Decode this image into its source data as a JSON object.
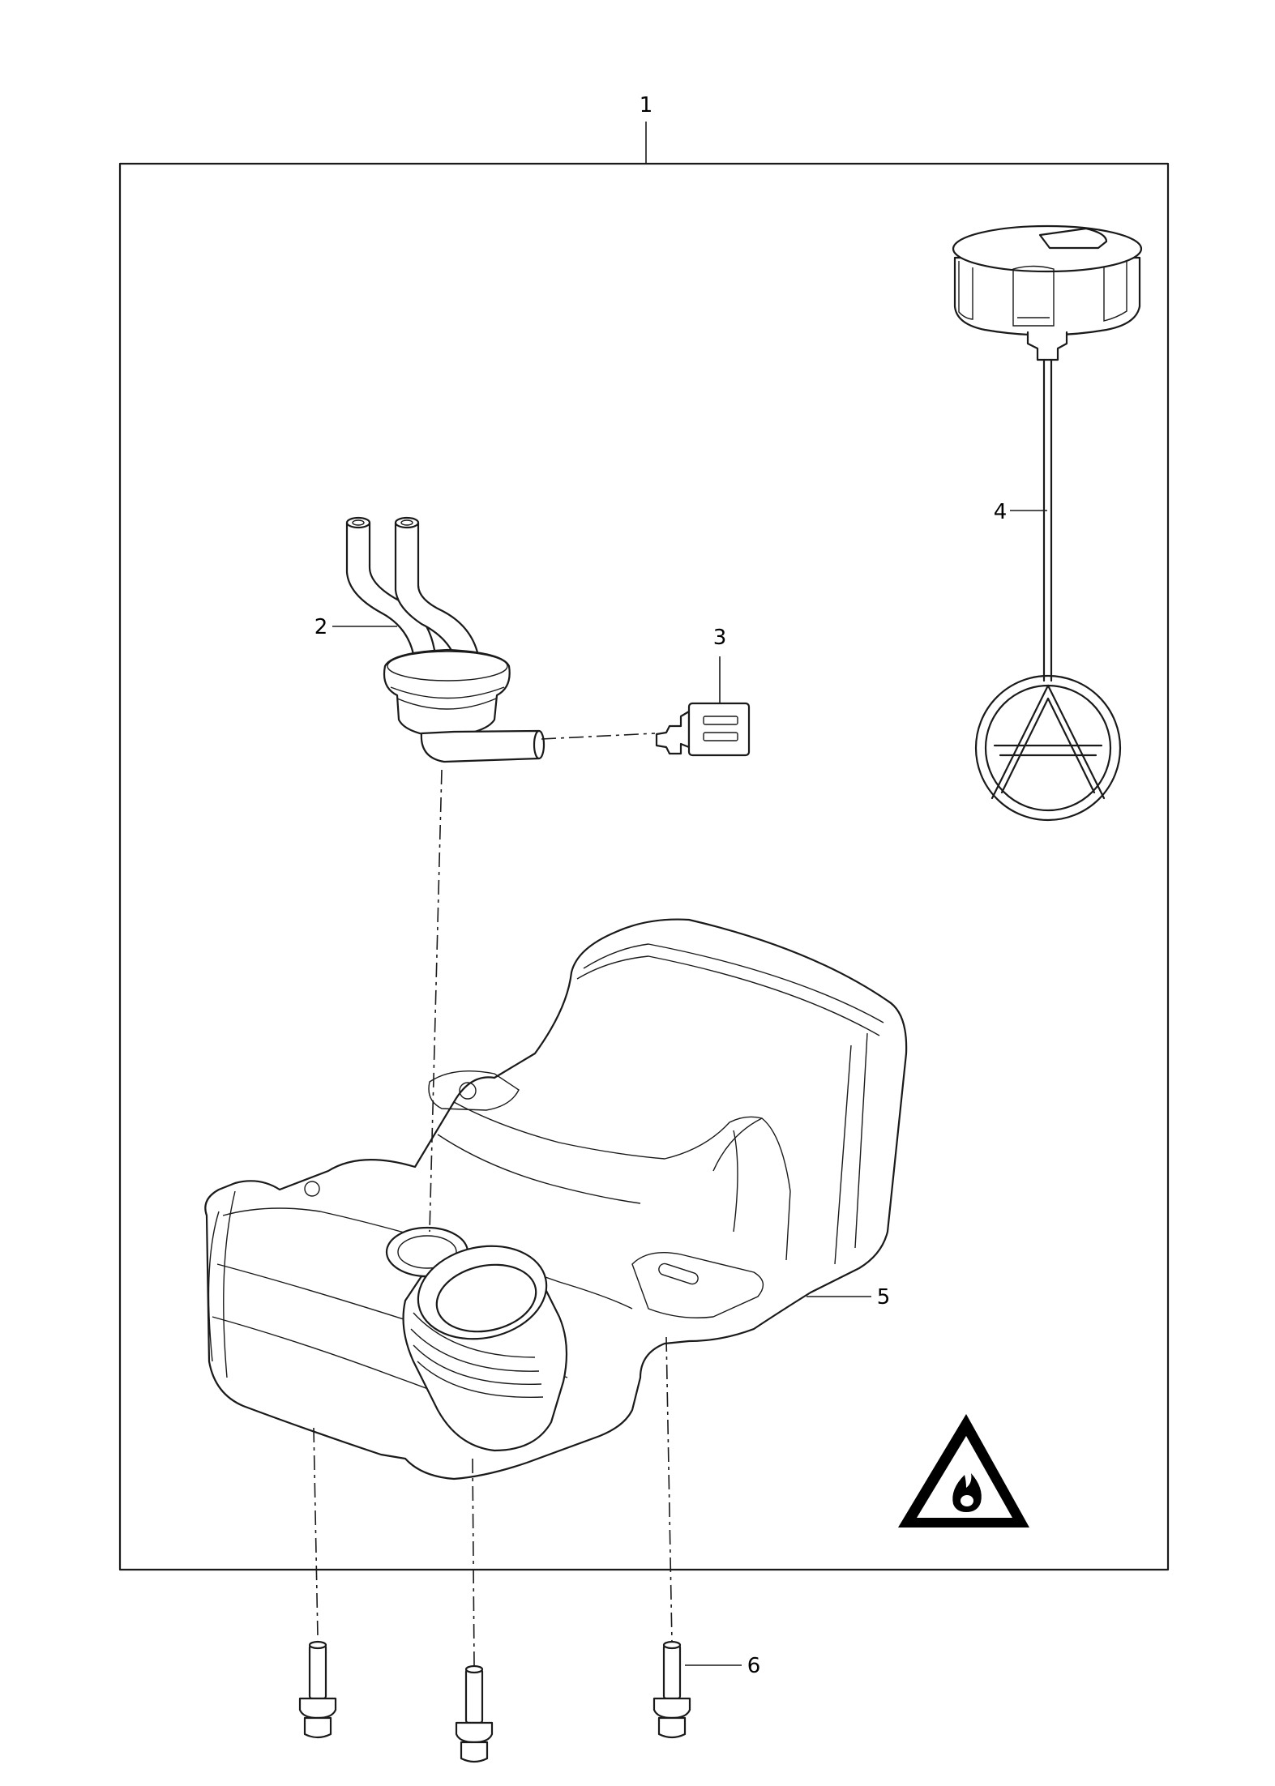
{
  "callouts": {
    "c1": "1",
    "c2": "2",
    "c3": "3",
    "c4": "4",
    "c5": "5",
    "c6": "6"
  },
  "cap_logo_text": "",
  "colors": {
    "line": "#1a1a1a",
    "background": "#ffffff"
  },
  "icons": [
    "flammable-warning-icon"
  ]
}
